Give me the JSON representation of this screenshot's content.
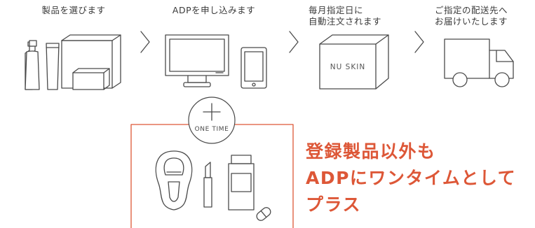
{
  "steps": [
    {
      "label": "製品を選びます"
    },
    {
      "label": "ADPを申し込みます"
    },
    {
      "label": "毎月指定日に\n自動注文されます"
    },
    {
      "label": "ご指定の配送先へ\nお届けいたします"
    }
  ],
  "box_brand": "NU SKIN",
  "onetime_badge": "ONE TIME",
  "tagline": "登録製品以外も\nADPにワンタイムとして\nプラス",
  "colors": {
    "line": "#4a4a4a",
    "accent": "#dd5737"
  }
}
